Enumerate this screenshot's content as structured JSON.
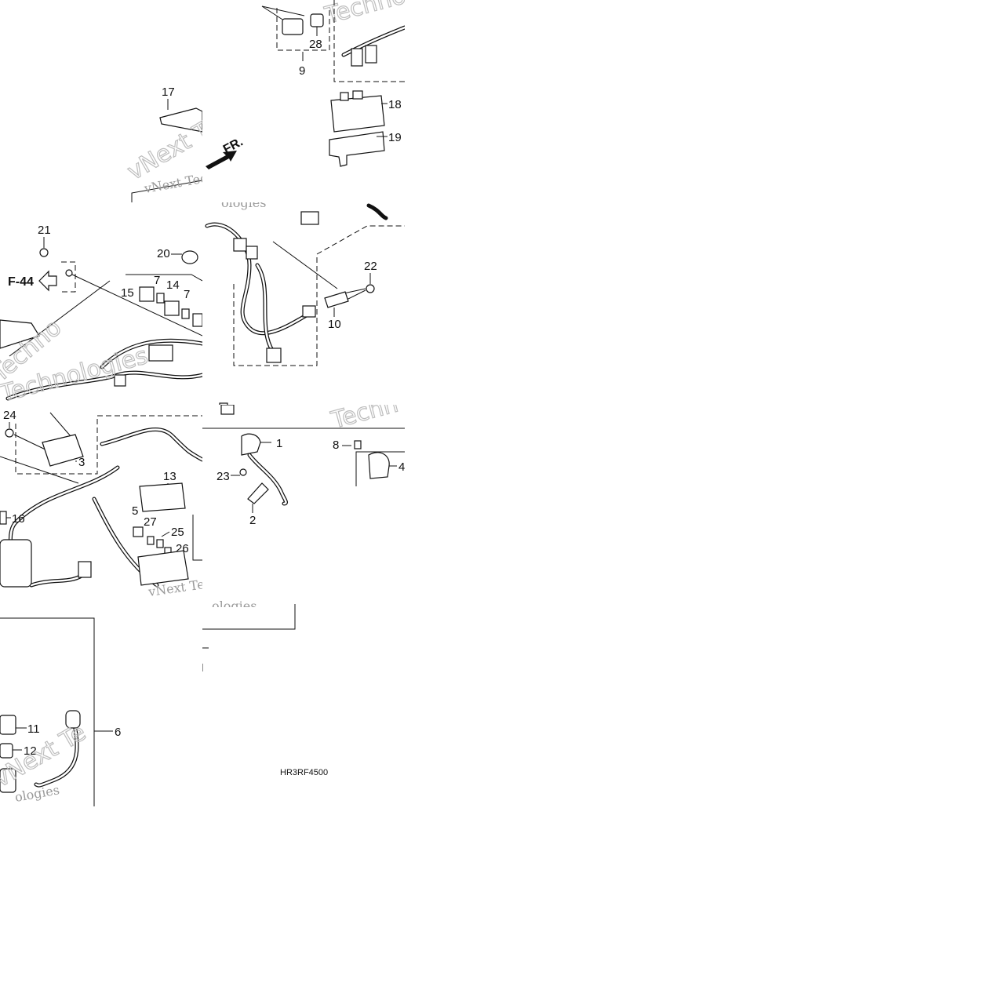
{
  "diagram": {
    "code": "HR3RF4500",
    "ref_page": "F-44",
    "direction": "FR.",
    "watermark_text": [
      "vNext Tec",
      "Technologies",
      "Techno",
      "vNext Te",
      "ologies",
      "Techn"
    ],
    "callouts": {
      "c1": "1",
      "c2": "2",
      "c3": "3",
      "c4": "4",
      "c5": "5",
      "c6": "6",
      "c7a": "7",
      "c7b": "7",
      "c8": "8",
      "c9": "9",
      "c10": "10",
      "c11": "11",
      "c12": "12",
      "c13": "13",
      "c14": "14",
      "c15": "15",
      "c16": "16",
      "c17": "17",
      "c18": "18",
      "c19": "19",
      "c20": "20",
      "c21": "21",
      "c22": "22",
      "c23": "23",
      "c24": "24",
      "c25": "25",
      "c26": "26",
      "c27": "27",
      "c28": "28"
    }
  }
}
